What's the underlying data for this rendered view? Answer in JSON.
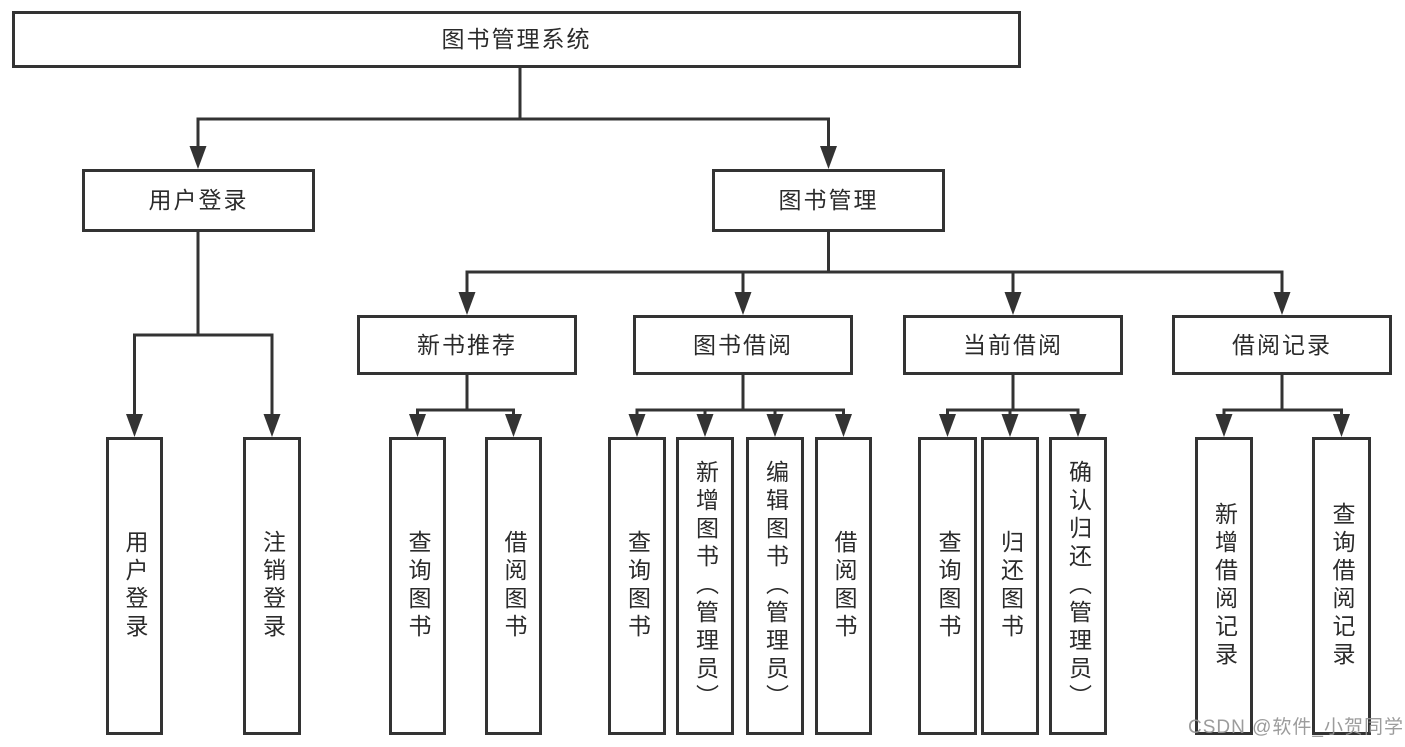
{
  "diagram": {
    "title_note": "functional structure chart",
    "colors": {
      "line": "#333333",
      "box_fill": "#ffffff",
      "text": "#2b2b2b",
      "watermark": "#949494",
      "background": "#ffffff"
    },
    "root": {
      "label": "图书管理系统"
    },
    "level2": [
      {
        "id": "user-login",
        "label": "用户登录"
      },
      {
        "id": "book-mgmt",
        "label": "图书管理"
      }
    ],
    "level3": [
      {
        "id": "new-book-rec",
        "label": "新书推荐",
        "parent": "图书管理"
      },
      {
        "id": "book-borrow",
        "label": "图书借阅",
        "parent": "图书管理"
      },
      {
        "id": "current-borrow",
        "label": "当前借阅",
        "parent": "图书管理"
      },
      {
        "id": "borrow-record",
        "label": "借阅记录",
        "parent": "图书管理"
      }
    ],
    "leaves": [
      {
        "label": "用户登录",
        "parent": "用户登录"
      },
      {
        "label": "注销登录",
        "parent": "用户登录"
      },
      {
        "label": "查询图书",
        "parent": "新书推荐"
      },
      {
        "label": "借阅图书",
        "parent": "新书推荐"
      },
      {
        "label": "查询图书",
        "parent": "图书借阅"
      },
      {
        "label": "新增图书（管理员）",
        "parent": "图书借阅"
      },
      {
        "label": "编辑图书（管理员）",
        "parent": "图书借阅"
      },
      {
        "label": "借阅图书",
        "parent": "图书借阅"
      },
      {
        "label": "查询图书",
        "parent": "当前借阅"
      },
      {
        "label": "归还图书",
        "parent": "当前借阅"
      },
      {
        "label": "确认归还（管理员）",
        "parent": "当前借阅"
      },
      {
        "label": "新增借阅记录",
        "parent": "借阅记录"
      },
      {
        "label": "查询借阅记录",
        "parent": "借阅记录"
      }
    ],
    "watermark": "CSDN @软件_小贺同学"
  }
}
